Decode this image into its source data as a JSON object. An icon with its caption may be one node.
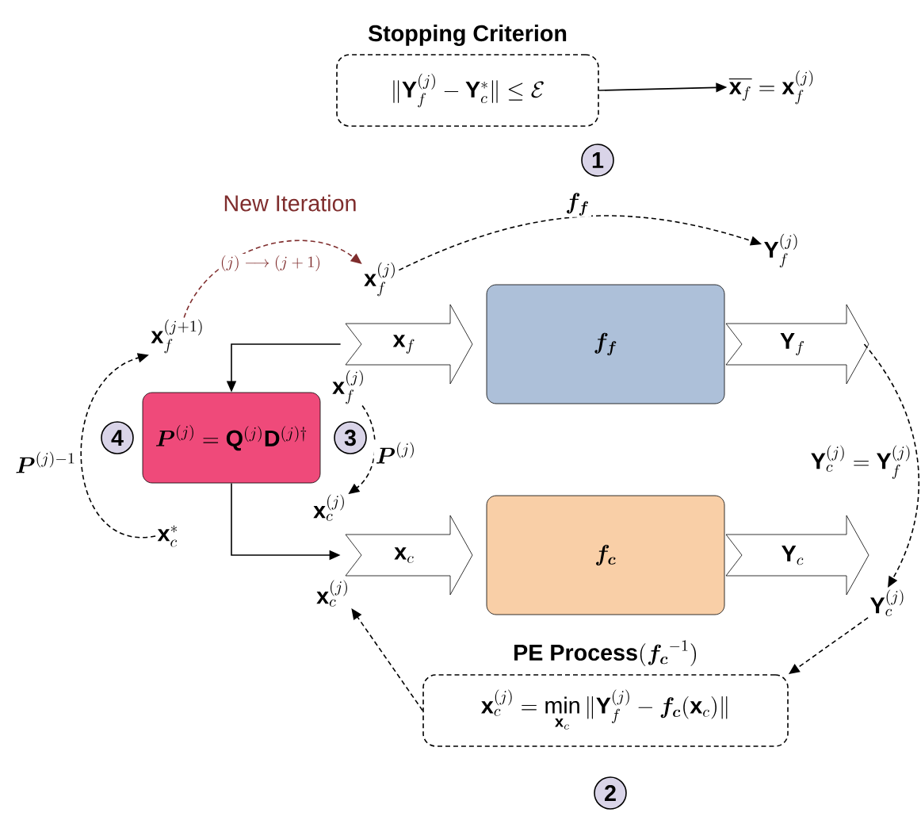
{
  "diagram": {
    "nodes": [
      {
        "text": [
          "Stopping Criterion",
          "\\| \\mathbf{Y}_f^{(j)} - \\mathbf{Y}_c^{*} \\| \\leq \\mathcal{E}"
        ]
      },
      {
        "text": [
          "\\overline{\\mathbf{x}_f} = \\mathbf{x}_f^{(j)}"
        ]
      },
      {
        "text": [
          "1"
        ]
      },
      {
        "text": [
          "\\mathbf{x}_f^{(j)}"
        ]
      },
      {
        "text": [
          "\\mathbf{Y}_f^{(j)}"
        ]
      },
      {
        "text": [
          "\\mathbf{x}_f^{(j+1)}"
        ]
      },
      {
        "text": [
          "\\mathbf{x}_f"
        ]
      },
      {
        "text": [
          "\\boldsymbol{f_f}"
        ]
      },
      {
        "text": [
          "\\mathbf{Y}_f"
        ]
      },
      {
        "text": [
          "\\boldsymbol{P}^{(j)} = \\mathbf{Q}^{(j)} \\mathbf{D}^{(j)\\dagger}"
        ]
      },
      {
        "text": [
          "4"
        ]
      },
      {
        "text": [
          "3"
        ]
      },
      {
        "text": [
          "\\mathbf{x}_c"
        ]
      },
      {
        "text": [
          "\\boldsymbol{f_c}"
        ]
      },
      {
        "text": [
          "\\mathbf{Y}_c"
        ]
      },
      {
        "text": [
          "\\mathbf{x}_f^{(j)}"
        ]
      },
      {
        "text": [
          "\\mathbf{x}_c^{(j)}"
        ]
      },
      {
        "text": [
          "\\mathbf{x}_c^{*}"
        ]
      },
      {
        "text": [
          "\\mathbf{Y}_c^{(j)}"
        ]
      },
      {
        "text": [
          "\\textbf{PE Process} (\\boldsymbol{f_c}^{-1})",
          "\\mathbf{x}_c^{(j)} = \\min\\limits_{\\mathbf{x}_c} \\| \\mathbf{Y}_f^{(j)} - \\boldsymbol{f_c}(\\mathbf{x}_c) \\|"
        ]
      },
      {
        "text": [
          "2"
        ]
      },
      {
        "text": [
          "\\mathbf{x}_c^{(j)}"
        ]
      }
    ],
    "edges": [
      {
        "from": 0,
        "to": 1,
        "arrow": "to"
      },
      {
        "from": 3,
        "to": 4,
        "arrow": "to",
        "style": "dashed",
        "label": "\\boldsymbol{f_f}"
      },
      {
        "from": 5,
        "to": 3,
        "arrow": "to",
        "style": "dashed",
        "color": "#7f2d2d",
        "label": "(j) \\longrightarrow (j+1)"
      },
      {
        "from": 6,
        "to": 9,
        "arrow": "to"
      },
      {
        "from": 9,
        "to": 12,
        "arrow": "to"
      },
      {
        "from": 15,
        "to": 16,
        "arrow": "to",
        "style": "dashed",
        "label": "\\boldsymbol{P}^{(j)}"
      },
      {
        "from": 17,
        "to": 5,
        "arrow": "to",
        "style": "dashed",
        "label": "\\boldsymbol{P}^{(j)-1}"
      },
      {
        "from": 8,
        "to": 18,
        "arrow": "to",
        "style": "dashed",
        "label": "\\mathbf{Y}_c^{(j)} = \\mathbf{Y}_f^{(j)}"
      },
      {
        "from": 18,
        "to": 19,
        "arrow": "to",
        "style": "dashed"
      },
      {
        "from": 19,
        "to": 21,
        "arrow": "to",
        "style": "dashed"
      }
    ],
    "labels": [
      "New Iteration"
    ]
  }
}
